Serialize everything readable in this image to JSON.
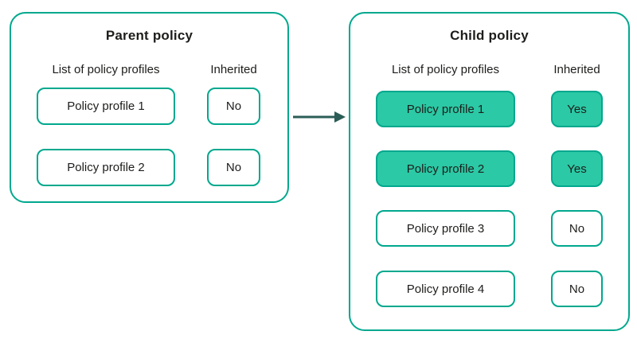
{
  "colors": {
    "background": "#ffffff",
    "box_border": "#00a88e",
    "highlight_fill": "#2bc9a5",
    "arrow": "#2a5d56",
    "text": "#1d1d1b"
  },
  "parent": {
    "title": "Parent policy",
    "headers": {
      "profiles": "List of policy profiles",
      "inherited": "Inherited"
    },
    "rows": [
      {
        "profile": "Policy profile 1",
        "inherited": "No",
        "highlighted": false
      },
      {
        "profile": "Policy profile 2",
        "inherited": "No",
        "highlighted": false
      }
    ]
  },
  "child": {
    "title": "Child policy",
    "headers": {
      "profiles": "List of policy profiles",
      "inherited": "Inherited"
    },
    "rows": [
      {
        "profile": "Policy profile 1",
        "inherited": "Yes",
        "highlighted": true
      },
      {
        "profile": "Policy profile 2",
        "inherited": "Yes",
        "highlighted": true
      },
      {
        "profile": "Policy profile 3",
        "inherited": "No",
        "highlighted": false
      },
      {
        "profile": "Policy profile 4",
        "inherited": "No",
        "highlighted": false
      }
    ]
  },
  "arrow": {
    "direction": "right",
    "meaning": "inheritance from parent policy to child policy"
  }
}
